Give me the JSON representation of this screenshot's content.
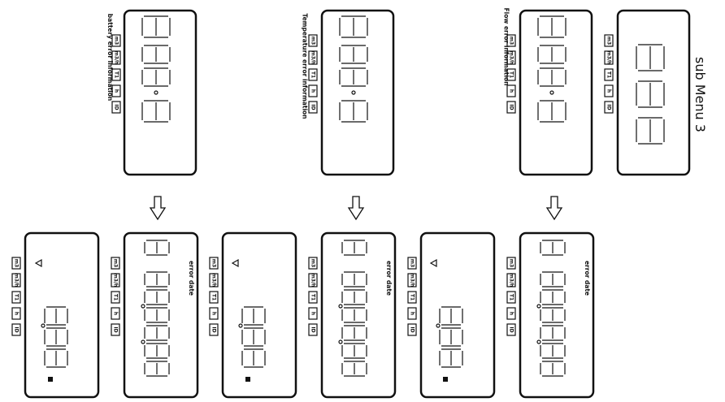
{
  "menu_title": "sub Menu 3",
  "labels": {
    "battery": "battery error information",
    "temperature": "Temperature error information",
    "flow": "Flow error information",
    "error_date": "error date"
  },
  "unit_tags": [
    "m3",
    "m3/h",
    "T1",
    "h",
    "ID"
  ],
  "icons": {
    "arrow": "down-arrow-icon",
    "marker": "triangle-marker-icon"
  },
  "colors": {
    "ink": "#111111",
    "background": "#ffffff"
  }
}
